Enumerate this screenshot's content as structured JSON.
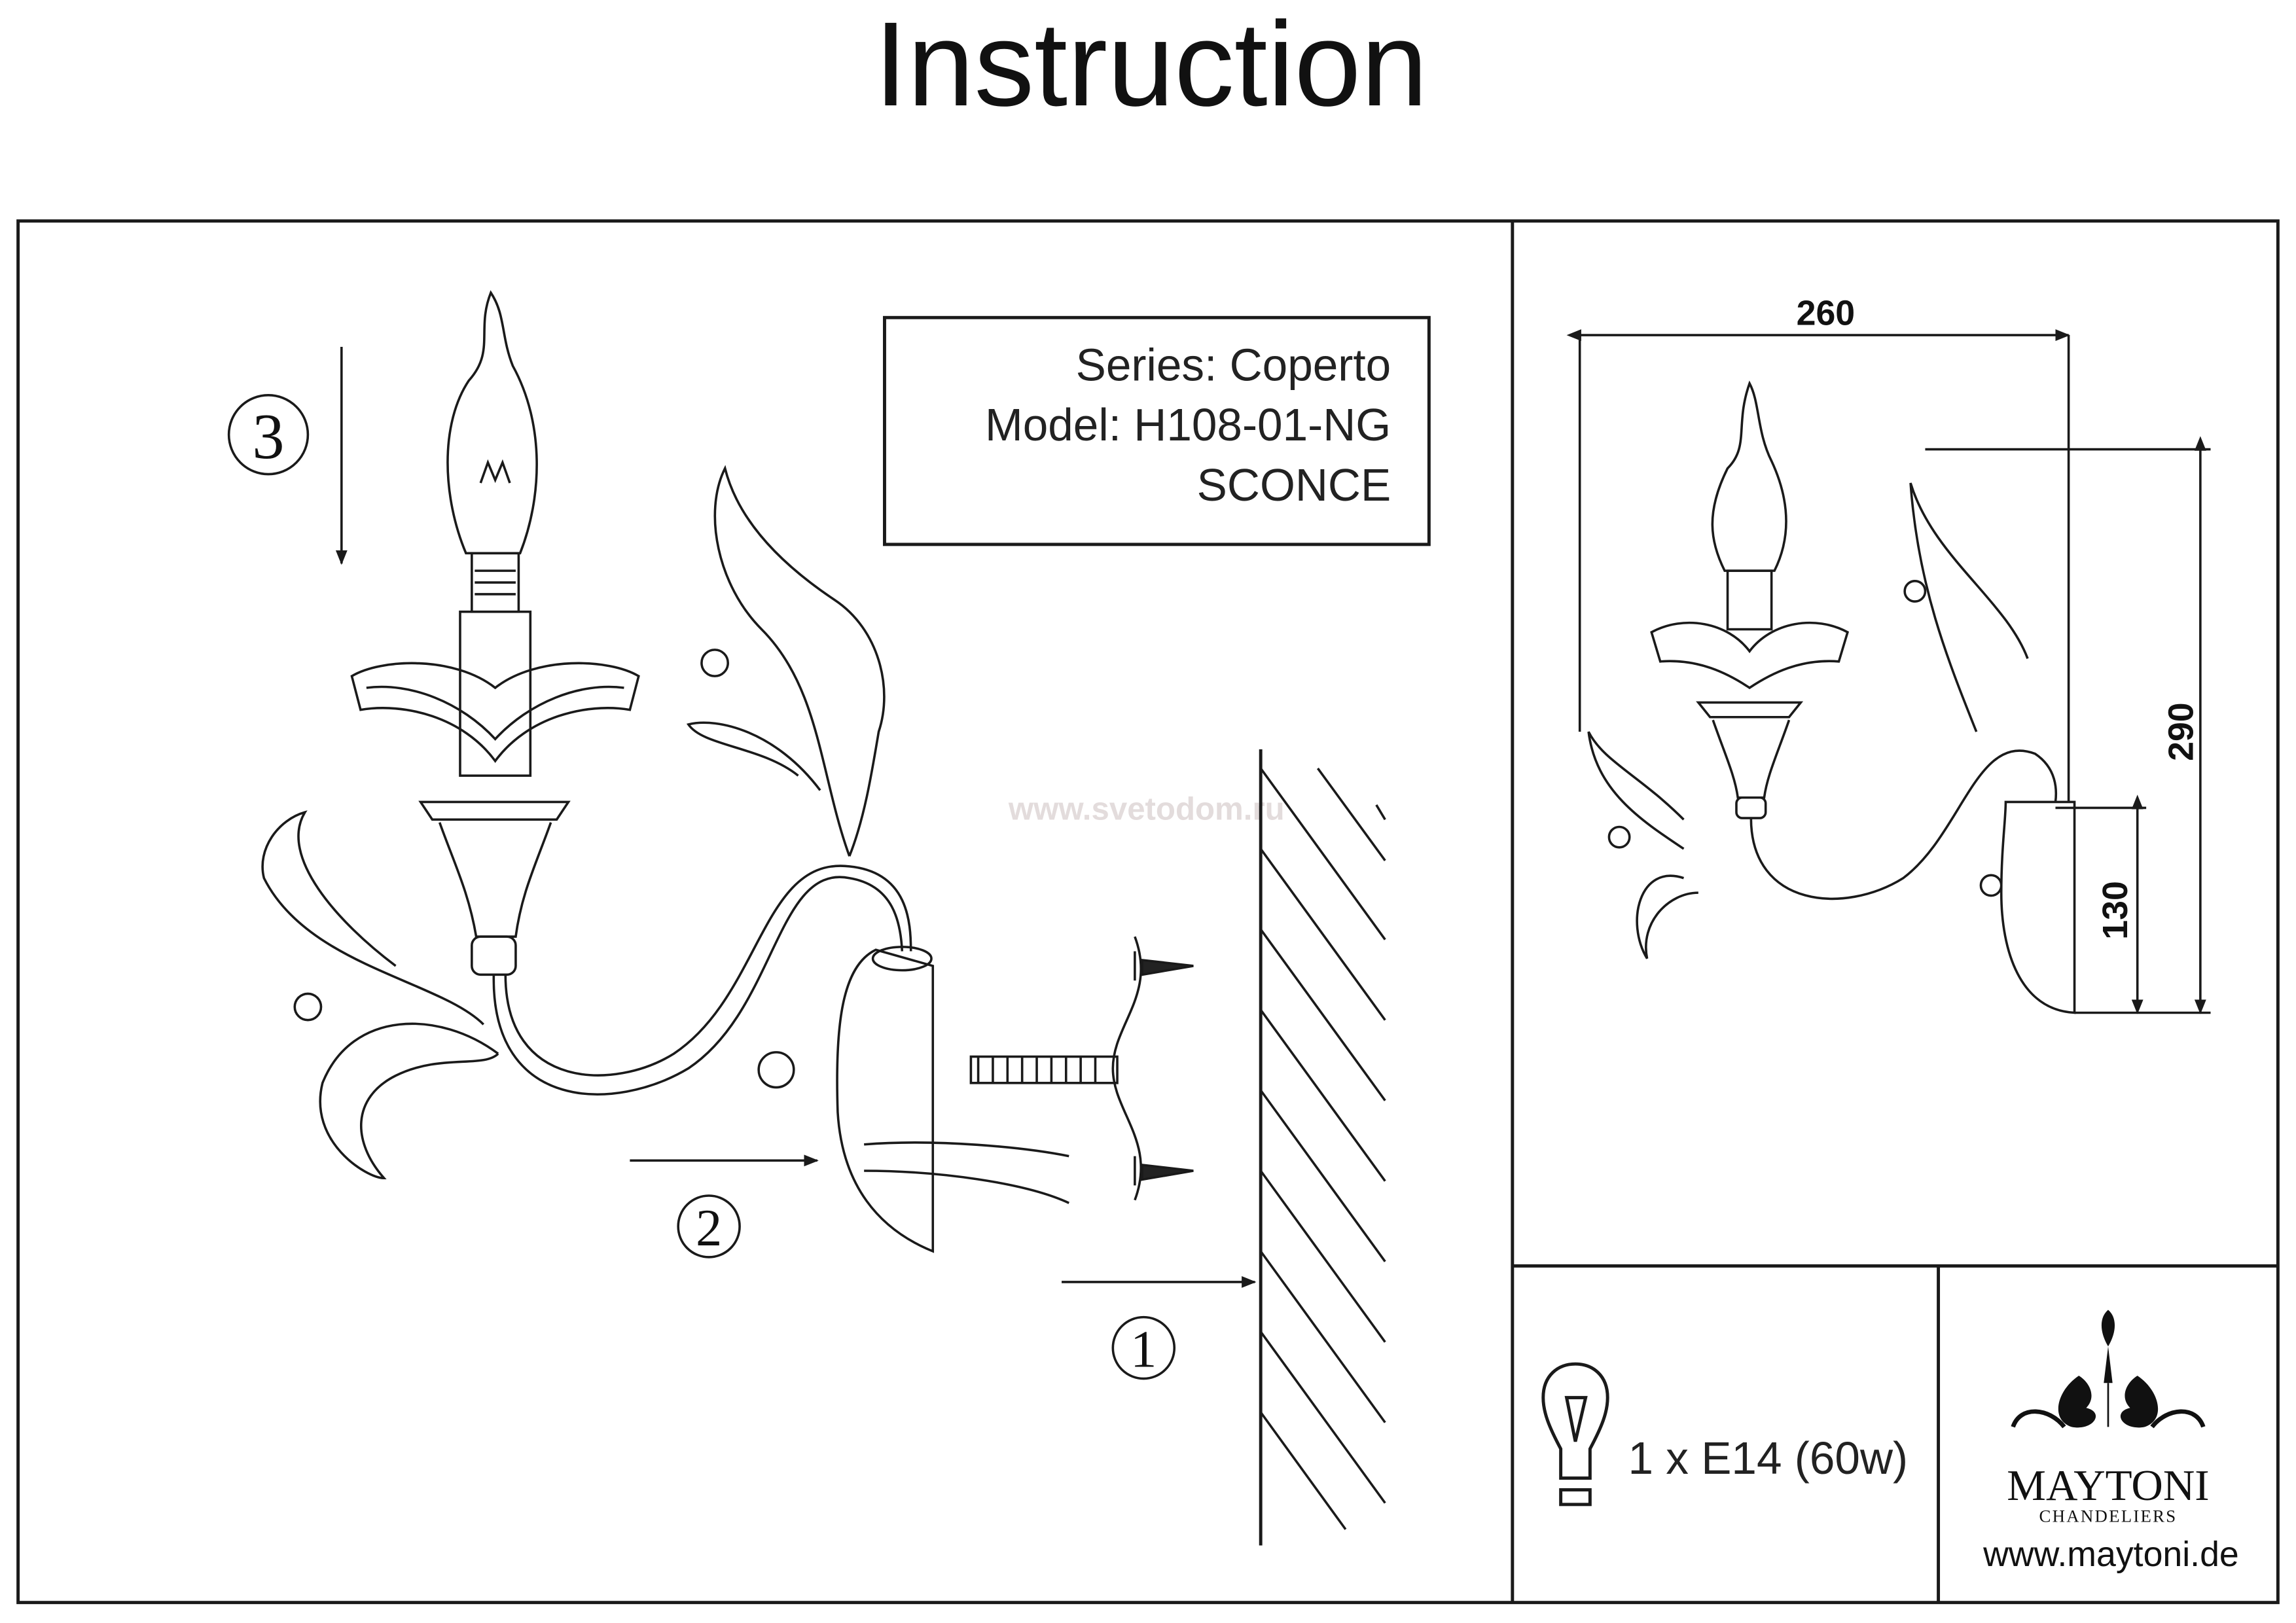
{
  "title": "Instruction",
  "info_box": {
    "series": "Series: Coperto",
    "model": "Model: H108-01-NG",
    "type": "SCONCE"
  },
  "steps": [
    "1",
    "2",
    "3"
  ],
  "watermark": "www.svetodom.ru",
  "dimensions": {
    "width": "260",
    "height": "290",
    "mount_height": "130"
  },
  "bulb_spec": "1 x E14 (60w)",
  "brand": {
    "name": "MAYTONI",
    "sub": "CHANDELIERS",
    "url": "www.maytoni.de"
  },
  "icons": [
    "bulb-icon",
    "maytoni-logo"
  ]
}
